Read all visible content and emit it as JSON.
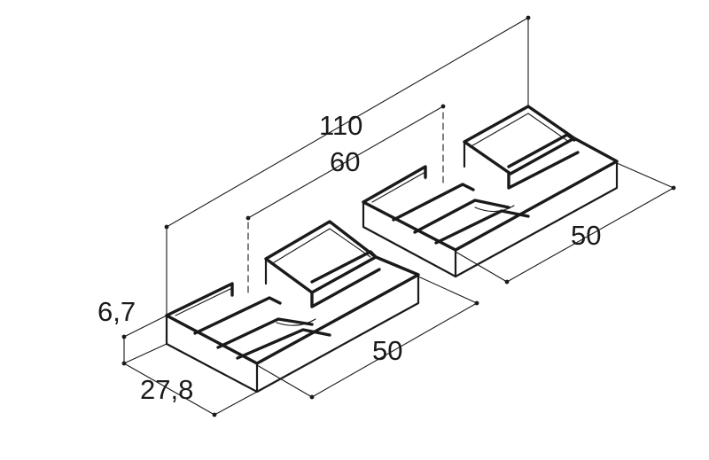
{
  "dimensions": {
    "overall_width": "110",
    "center_distance": "60",
    "unit_width_left": "50",
    "unit_width_right": "50",
    "height": "6,7",
    "depth": "27,8"
  },
  "colors": {
    "line": "#1a1a1a",
    "background": "#ffffff"
  }
}
